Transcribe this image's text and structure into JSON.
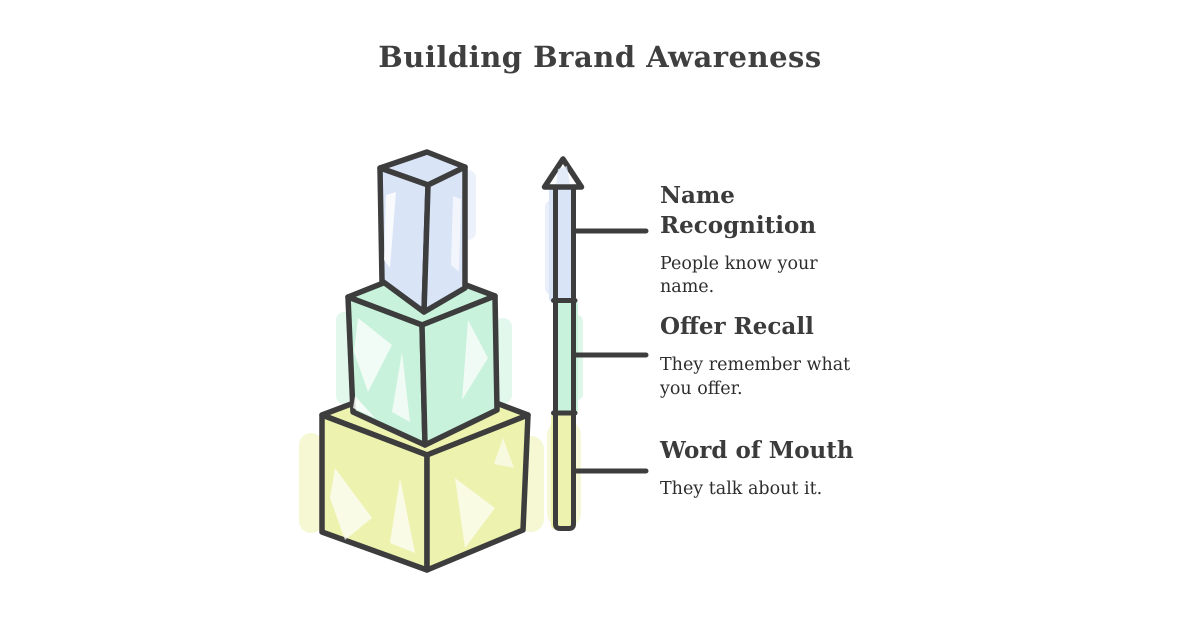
{
  "title": "Building Brand Awareness",
  "colors": {
    "outline": "#3d3d3d",
    "heading_text": "#3b3b3b",
    "body_text": "#2d2d2d",
    "level1": "#d9e4f7",
    "level2": "#c8f2db",
    "level3": "#edf2ae",
    "white": "#ffffff"
  },
  "levels": [
    {
      "heading": "Name Recognition",
      "description": "People know your name."
    },
    {
      "heading": "Offer Recall",
      "description": "They remember what you offer."
    },
    {
      "heading": "Word of Mouth",
      "description": "They talk about it."
    }
  ]
}
